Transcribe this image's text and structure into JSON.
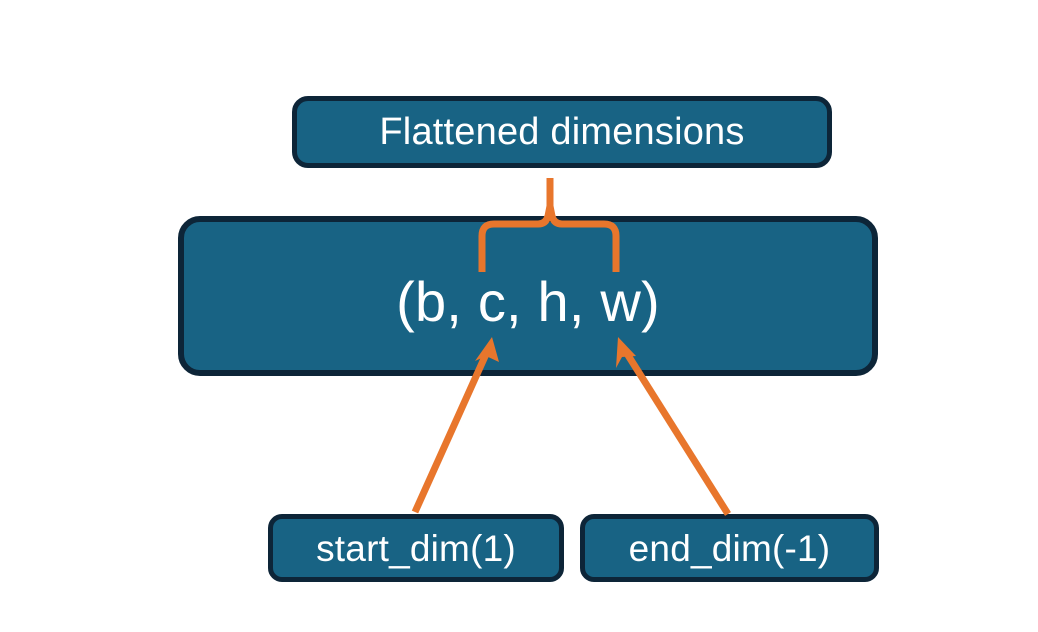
{
  "diagram": {
    "title": "Flattened dimensions",
    "background_color": "#ffffff",
    "node_fill_color": "#186384",
    "node_border_color": "#0d2538",
    "node_text_color": "#ffffff",
    "connector_color": "#e8762c",
    "nodes": {
      "flattened": {
        "label": "Flattened dimensions",
        "name": "flattened-dimensions-box"
      },
      "shape": {
        "label": "(b, c, h, w)",
        "name": "tensor-shape-box"
      },
      "start_dim": {
        "label": "start_dim(1)",
        "name": "start-dim-box"
      },
      "end_dim": {
        "label": "end_dim(-1)",
        "name": "end-dim-box"
      }
    },
    "connectors": [
      {
        "name": "flatten-range-brace",
        "type": "curly-brace",
        "from": "tensor-shape-box",
        "to": "flattened-dimensions-box",
        "spans": "c through w"
      },
      {
        "name": "start-dim-arrow",
        "type": "arrow",
        "from": "start-dim-box",
        "to": "c"
      },
      {
        "name": "end-dim-arrow",
        "type": "arrow",
        "from": "end-dim-box",
        "to": "w"
      }
    ]
  }
}
